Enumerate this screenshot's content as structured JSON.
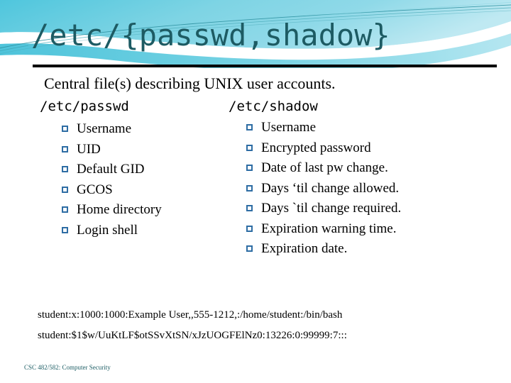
{
  "slide": {
    "title": "/etc/{passwd,shadow}",
    "subtitle": "Central file(s) describing UNIX user accounts.",
    "accent_color": "#1d5b63",
    "bullet_color": "#2e6da4",
    "banner_color": "#5bc8dc",
    "footer": "CSC 482/582: Computer Security"
  },
  "columns": [
    {
      "heading": "/etc/passwd",
      "items": [
        "Username",
        "UID",
        "Default GID",
        "GCOS",
        "Home directory",
        "Login shell"
      ]
    },
    {
      "heading": "/etc/shadow",
      "items": [
        "Username",
        "Encrypted password",
        "Date of last pw change.",
        "Days ‘til change allowed.",
        "Days `til change required.",
        "Expiration warning time.",
        "Expiration date."
      ]
    }
  ],
  "examples": [
    "student:x:1000:1000:Example User,,555-1212,:/home/student:/bin/bash",
    "student:$1$w/UuKtLF$otSSvXtSN/xJzUOGFElNz0:13226:0:99999:7:::"
  ]
}
